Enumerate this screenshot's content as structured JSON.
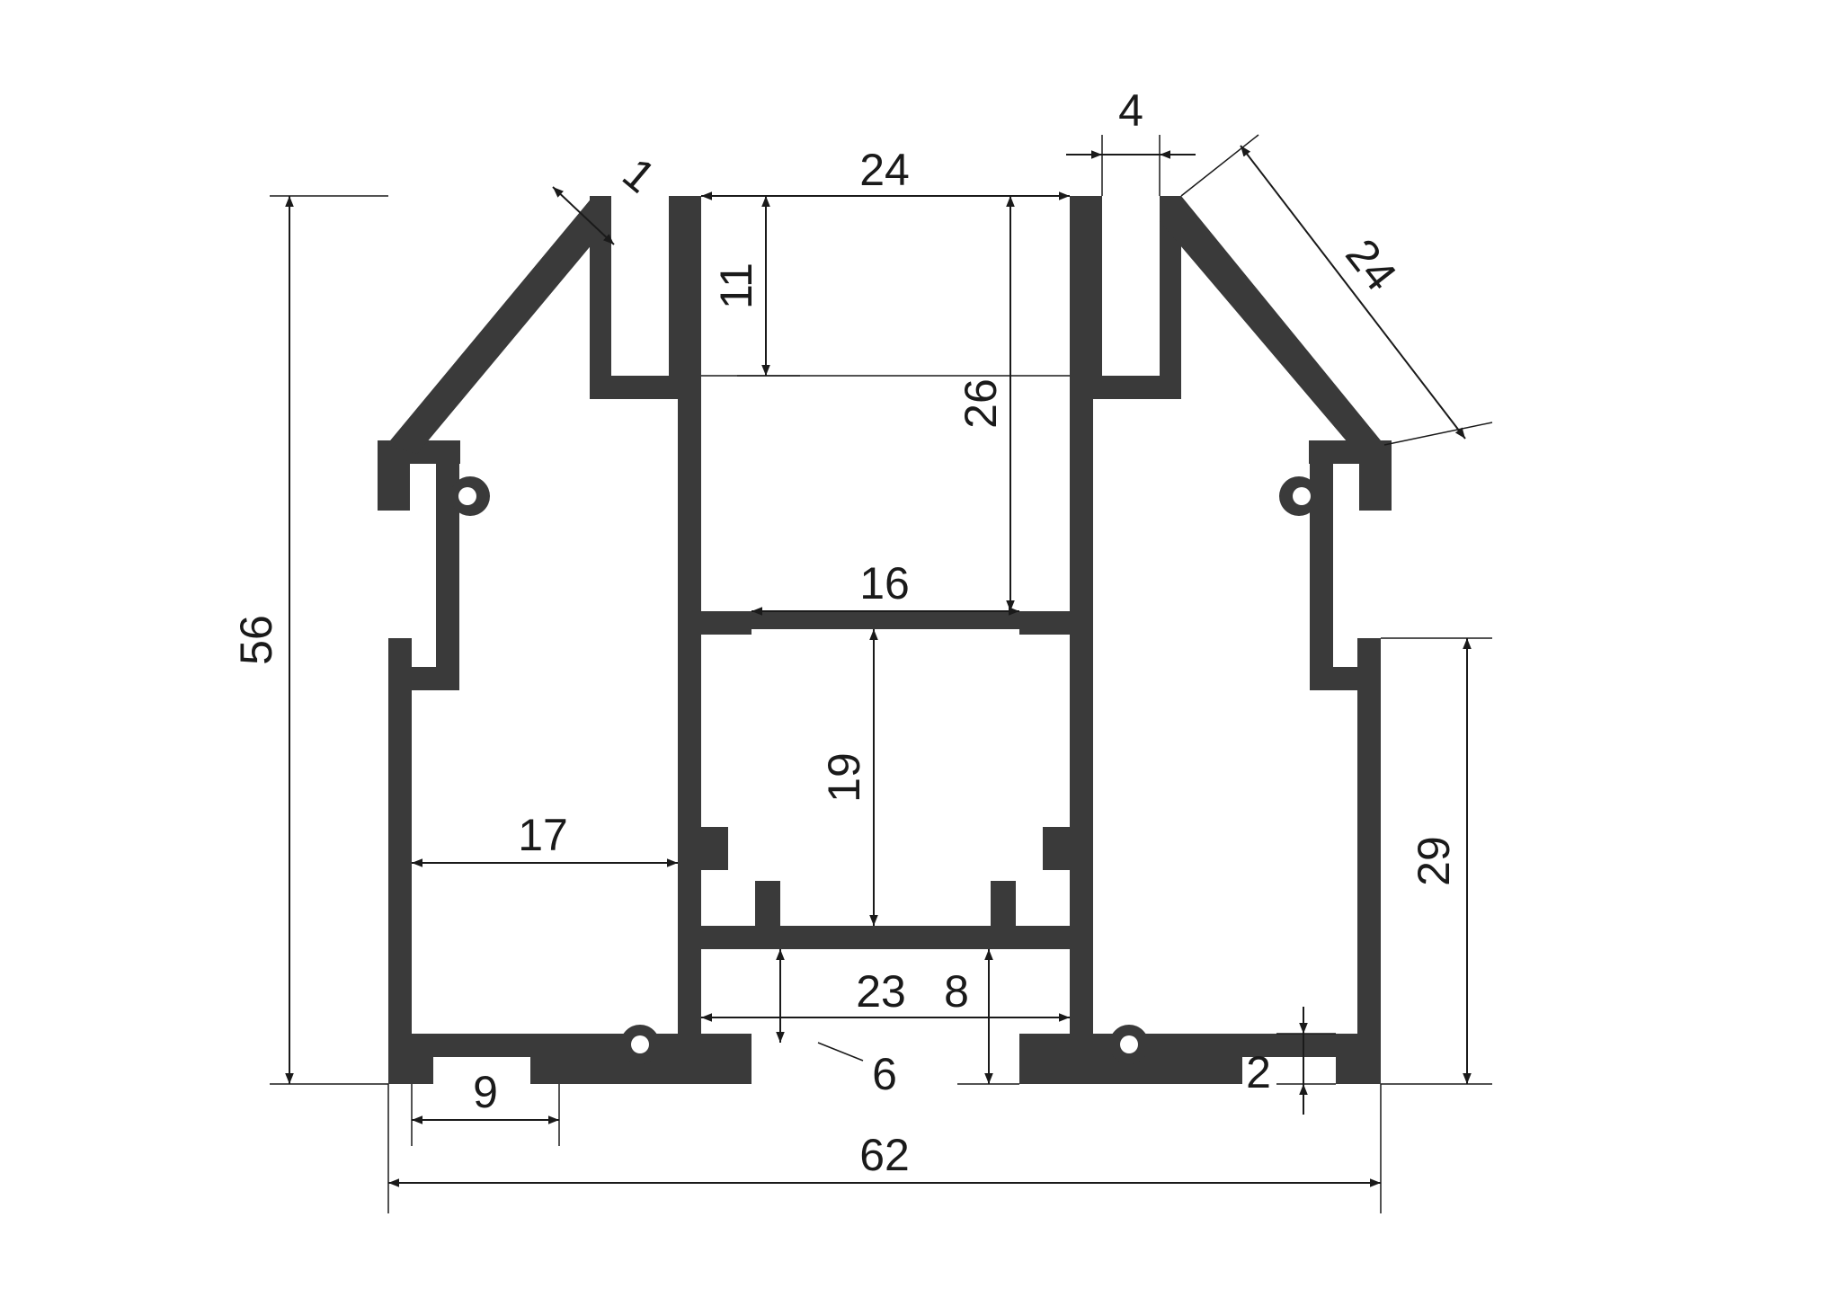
{
  "drawing": {
    "profile_color": "#3a3a3a",
    "line_color": "#1a1a1a",
    "background": "#ffffff"
  },
  "dimensions": {
    "overall_height": "56",
    "overall_width": "62",
    "top_opening_width": "24",
    "flange_width": "4",
    "lip_thickness": "1",
    "sloped_side_length": "24",
    "upper_channel_depth": "11",
    "channel_depth": "26",
    "inner_width": "16",
    "inner_height": "19",
    "left_chamber_width": "17",
    "bottom_inner_width": "23",
    "bottom_step_height": "8",
    "bottom_slot_height": "6",
    "foot_slot_width": "9",
    "foot_thickness": "2",
    "right_wall_height": "29"
  }
}
